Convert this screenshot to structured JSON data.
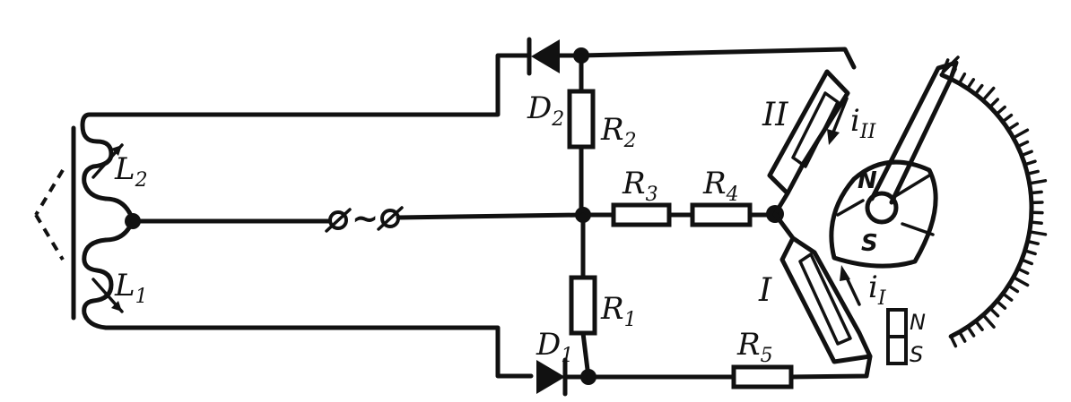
{
  "labels": {
    "L2": {
      "main": "L",
      "sub": "2"
    },
    "L1": {
      "main": "L",
      "sub": "1"
    },
    "D2": {
      "main": "D",
      "sub": "2"
    },
    "D1": {
      "main": "D",
      "sub": "1"
    },
    "R1": {
      "main": "R",
      "sub": "1"
    },
    "R2": {
      "main": "R",
      "sub": "2"
    },
    "R3": {
      "main": "R",
      "sub": "3"
    },
    "R4": {
      "main": "R",
      "sub": "4"
    },
    "R5": {
      "main": "R",
      "sub": "5"
    },
    "coil_II": "II",
    "coil_I": "I",
    "i_II": {
      "main": "i",
      "sub": "II"
    },
    "i_I": {
      "main": "i",
      "sub": "I"
    },
    "rotor_N": "N",
    "rotor_S": "S",
    "magnet_N": "N",
    "magnet_S": "S",
    "ac_tilde": "~"
  }
}
